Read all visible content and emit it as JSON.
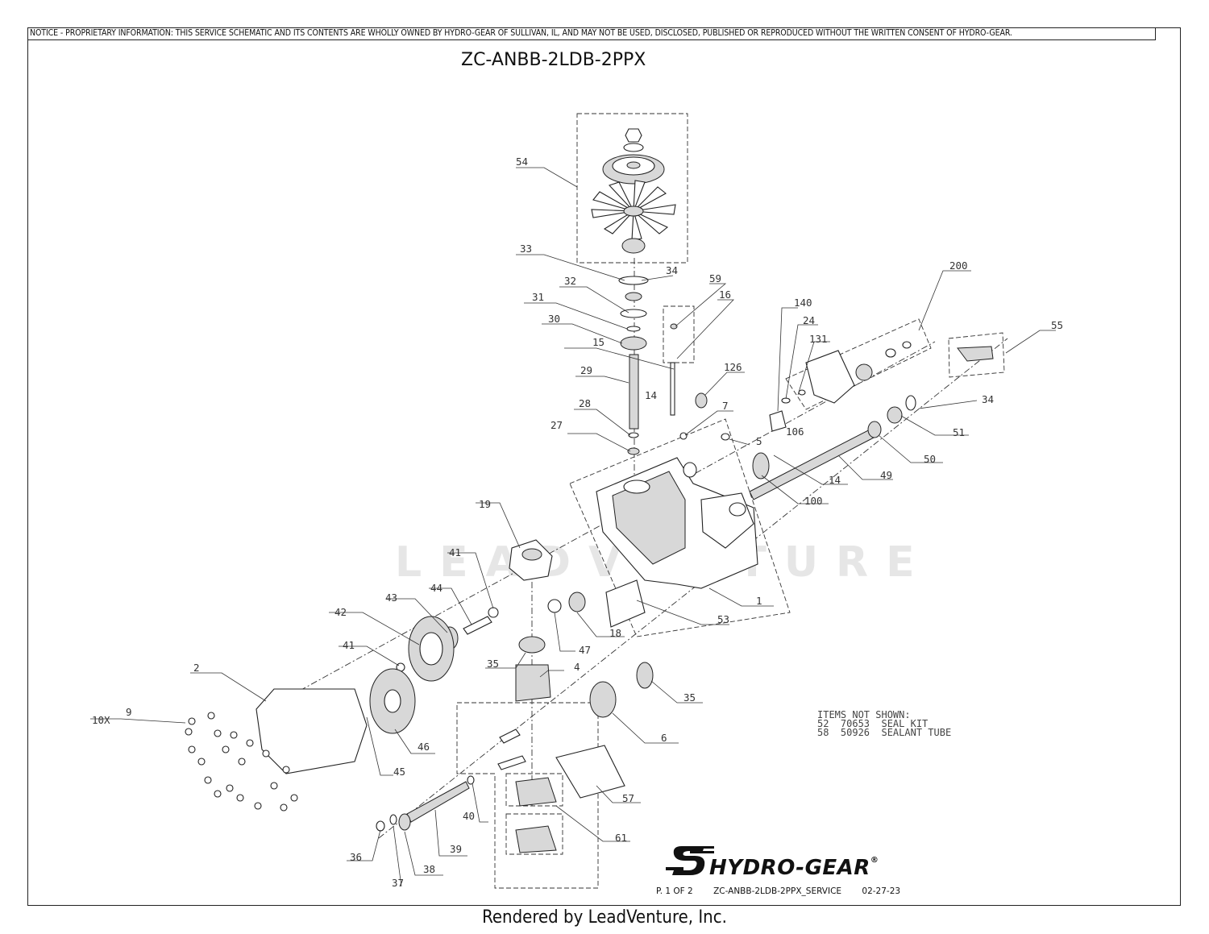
{
  "notice": "NOTICE - PROPRIETARY INFORMATION: THIS SERVICE SCHEMATIC AND ITS CONTENTS ARE WHOLLY OWNED BY HYDRO-GEAR OF SULLIVAN, IL, AND MAY NOT BE USED, DISCLOSED, PUBLISHED OR REPRODUCED WITHOUT THE WRITTEN CONSENT OF HYDRO-GEAR.",
  "title": "ZC-ANBB-2LDB-2PPX",
  "watermark": "LEADVENTURE",
  "callouts": {
    "c54": "54",
    "c33": "33",
    "c34a": "34",
    "c32": "32",
    "c31": "31",
    "c30": "30",
    "c59": "59",
    "c16": "16",
    "c15": "15",
    "c29": "29",
    "c14a": "14",
    "c28": "28",
    "c27": "27",
    "c126": "126",
    "c7": "7",
    "c5": "5",
    "c140": "140",
    "c24": "24",
    "c131": "131",
    "c200": "200",
    "c55": "55",
    "c34b": "34",
    "c51": "51",
    "c50": "50",
    "c49": "49",
    "c14b": "14",
    "c106": "106",
    "c100": "100",
    "c19": "19",
    "c41a": "41",
    "c44": "44",
    "c43": "43",
    "c42": "42",
    "c41b": "41",
    "c47": "47",
    "c18": "18",
    "c53": "53",
    "c1": "1",
    "c35a": "35",
    "c4": "4",
    "c35b": "35",
    "c6": "6",
    "c2": "2",
    "c9": "9",
    "c10x": "10X",
    "c46": "46",
    "c45": "45",
    "c57": "57",
    "c40": "40",
    "c61": "61",
    "c39": "39",
    "c36": "36",
    "c38": "38",
    "c37": "37"
  },
  "notes": {
    "header": "ITEMS NOT SHOWN:",
    "line1": "52  70653  SEAL KIT",
    "line2": "58  50926  SEALANT TUBE"
  },
  "logo": {
    "brand": "HYDRO-GEAR",
    "reg": "®"
  },
  "footer": {
    "page": "P. 1 OF  2",
    "doc": "ZC-ANBB-2LDB-2PPX_SERVICE",
    "date": "02-27-23"
  },
  "rendered_by": "Rendered by LeadVenture, Inc."
}
